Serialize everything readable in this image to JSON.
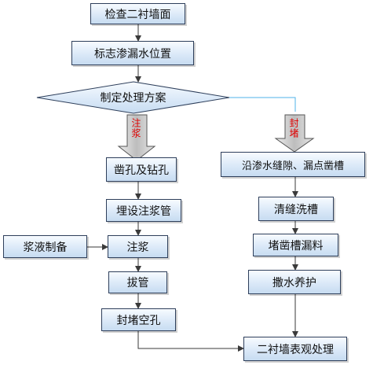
{
  "nodes": {
    "check": "检查二衬墙面",
    "mark": "标志渗漏水位置",
    "decide": "制定处理方案",
    "chisel_drill": "凿孔及钻孔",
    "embed_pipe": "埋设注浆管",
    "prepare_slurry": "浆液制备",
    "grout": "注浆",
    "pull_pipe": "拔管",
    "seal_holes": "封堵空孔",
    "chisel_groove": "沿渗水缝隙、漏点凿槽",
    "clean_groove": "清缝洗槽",
    "plug_groove": "堵凿槽漏料",
    "spray_cure": "撒水养护",
    "finish": "二衬墙表观处理"
  },
  "branches": {
    "left": "注浆",
    "right": "封堵"
  },
  "colors": {
    "box_border": "#2e3f5b",
    "line": "#3a3a3a",
    "right_connector": "#4fb3e8",
    "branch_text": "#e00000"
  }
}
